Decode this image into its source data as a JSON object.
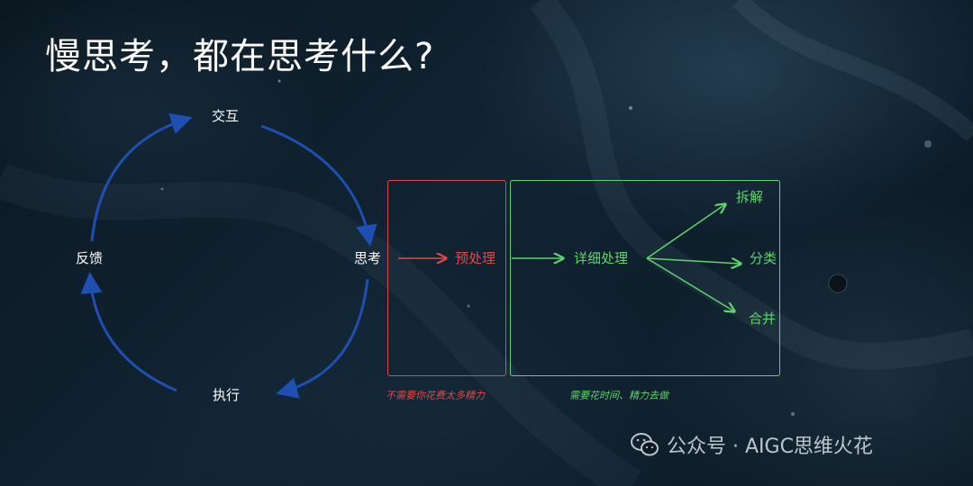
{
  "title": "慢思考，都在思考什么?",
  "cycle": {
    "top": "交互",
    "right": "思考",
    "bottom": "执行",
    "left": "反馈",
    "color": "#1f4fb3"
  },
  "red_box": {
    "label": "预处理",
    "note": "不需要你花费太多精力",
    "color": "#e04848"
  },
  "green_box": {
    "label": "详细处理",
    "branches": [
      "拆解",
      "分类",
      "合并"
    ],
    "note": "需要花时间、精力去做",
    "color": "#5fd46e"
  },
  "watermark": {
    "icon": "wechat-icon",
    "text": "公众号 · AIGC思维火花"
  }
}
